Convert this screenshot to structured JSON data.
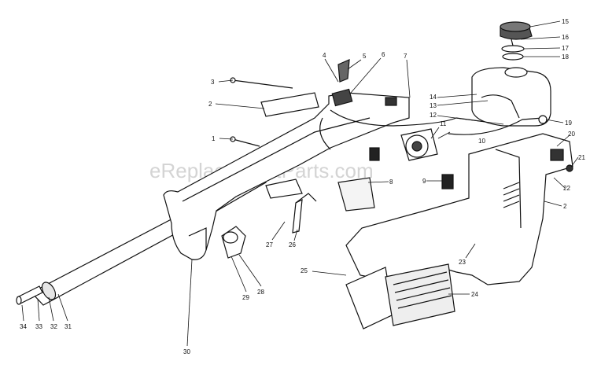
{
  "watermark": "eReplacementParts.com",
  "callouts": [
    {
      "id": "c1",
      "label": "1"
    },
    {
      "id": "c2",
      "label": "2"
    },
    {
      "id": "c3",
      "label": "3"
    },
    {
      "id": "c4",
      "label": "4"
    },
    {
      "id": "c5",
      "label": "5"
    },
    {
      "id": "c6",
      "label": "6"
    },
    {
      "id": "c7",
      "label": "7"
    },
    {
      "id": "c8",
      "label": "8"
    },
    {
      "id": "c9",
      "label": "9"
    },
    {
      "id": "c10",
      "label": "10"
    },
    {
      "id": "c11",
      "label": "11"
    },
    {
      "id": "c12",
      "label": "12"
    },
    {
      "id": "c13",
      "label": "13"
    },
    {
      "id": "c14",
      "label": "14"
    },
    {
      "id": "c15",
      "label": "15"
    },
    {
      "id": "c16",
      "label": "16"
    },
    {
      "id": "c17",
      "label": "17"
    },
    {
      "id": "c18",
      "label": "18"
    },
    {
      "id": "c19",
      "label": "19"
    },
    {
      "id": "c20",
      "label": "20"
    },
    {
      "id": "c21",
      "label": "21"
    },
    {
      "id": "c22",
      "label": "22"
    },
    {
      "id": "c2b",
      "label": "2"
    },
    {
      "id": "c23",
      "label": "23"
    },
    {
      "id": "c24",
      "label": "24"
    },
    {
      "id": "c25",
      "label": "25"
    },
    {
      "id": "c26",
      "label": "26"
    },
    {
      "id": "c27",
      "label": "27"
    },
    {
      "id": "c28",
      "label": "28"
    },
    {
      "id": "c29",
      "label": "29"
    },
    {
      "id": "c30",
      "label": "30"
    },
    {
      "id": "c31",
      "label": "31"
    },
    {
      "id": "c32",
      "label": "32"
    },
    {
      "id": "c33",
      "label": "33"
    },
    {
      "id": "c34",
      "label": "34"
    }
  ]
}
